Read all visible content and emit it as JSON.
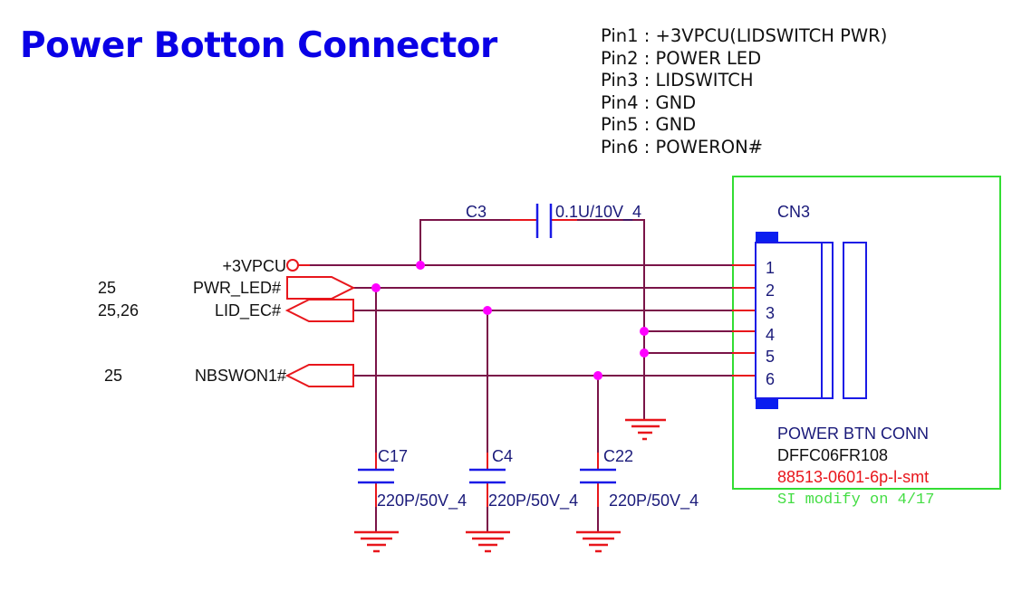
{
  "title": "Power Botton Connector",
  "pin_notes": [
    "Pin1 : +3VPCU(LIDSWITCH PWR)",
    "Pin2 : POWER LED",
    "Pin3 : LIDSWITCH",
    "Pin4 : GND",
    "Pin5 : GND",
    "Pin6 : POWERON#"
  ],
  "nets": {
    "power": {
      "name": "+3VPCU"
    },
    "pwr_led": {
      "name": "PWR_LED#",
      "page_ref": "25"
    },
    "lid_ec": {
      "name": "LID_EC#",
      "page_ref": "25,26"
    },
    "nbswon": {
      "name": "NBSWON1#",
      "page_ref": "25"
    }
  },
  "capacitors": {
    "c3": {
      "ref": "C3",
      "value": "0.1U/10V_4"
    },
    "c17": {
      "ref": "C17",
      "value": "220P/50V_4"
    },
    "c4": {
      "ref": "C4",
      "value": "220P/50V_4"
    },
    "c22": {
      "ref": "C22",
      "value": "220P/50V_4"
    }
  },
  "connector": {
    "ref": "CN3",
    "pins": [
      "1",
      "2",
      "3",
      "4",
      "5",
      "6"
    ],
    "description": "POWER BTN CONN",
    "part_number": "DFFC06FR108",
    "alt_part": "88513-0601-6p-l-smt",
    "note": "SI modify on 4/17"
  },
  "colors": {
    "title": "#0a00e6",
    "wire": "#7a1448",
    "junction": "#ff00ff",
    "port": "#e8161c",
    "component": "#1a1ae6",
    "label": "#1a1a7a",
    "highlight_box": "#33dd33"
  }
}
